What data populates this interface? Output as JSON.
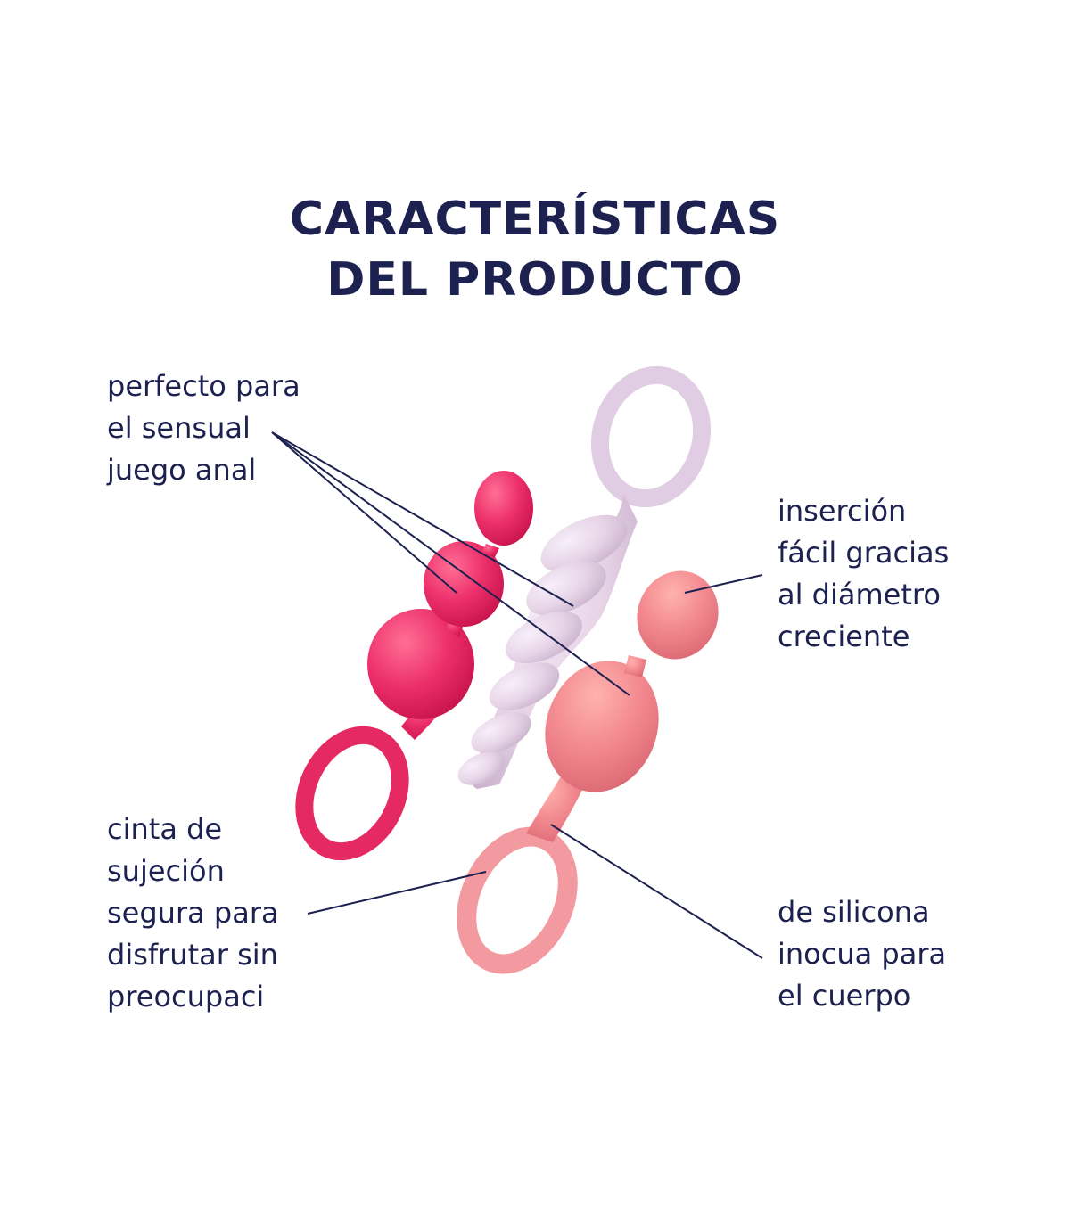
{
  "title": {
    "line1": "CARACTERÍSTICAS",
    "line2": "DEL PRODUCTO"
  },
  "callouts": {
    "anal_play": {
      "lines": [
        "perfecto para",
        "el sensual",
        "juego anal"
      ]
    },
    "insertion": {
      "lines": [
        "inserción",
        "fácil gracias",
        "al diámetro",
        "creciente"
      ]
    },
    "strap": {
      "lines": [
        "cinta de",
        "sujeción",
        "segura para",
        "disfrutar sin",
        "preocupaci"
      ]
    },
    "silicone": {
      "lines": [
        "de silicona",
        "inocua para",
        "el cuerpo"
      ]
    }
  },
  "colors": {
    "text": "#1c2150",
    "pink_plug": "#ec2f6a",
    "lilac_plug": "#e6d3e6",
    "coral_plug": "#f2888f"
  }
}
